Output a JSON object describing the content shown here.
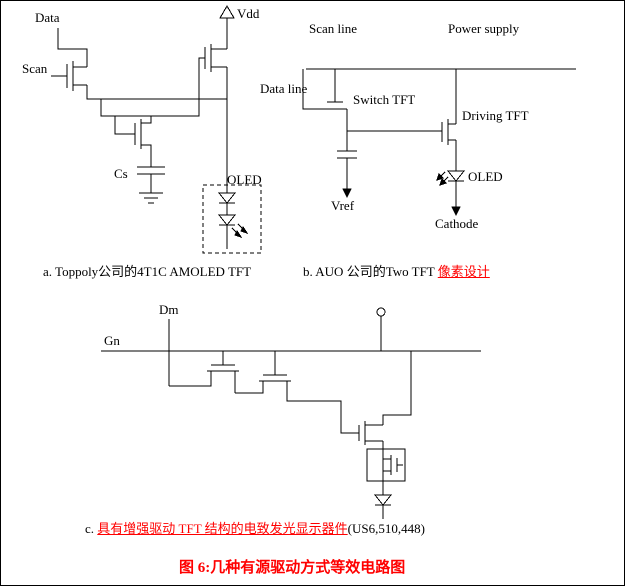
{
  "page": {
    "background": "#ffffff",
    "border_color": "#000000",
    "line_color": "#000000",
    "accent_color": "#ff0000"
  },
  "circuit_a": {
    "labels": {
      "data": "Data",
      "vdd": "Vdd",
      "scan": "Scan",
      "cs": "Cs",
      "oled": "OLED"
    },
    "caption": "a. Toppoly公司的4T1C AMOLED TFT"
  },
  "circuit_b": {
    "labels": {
      "scan_line": "Scan line",
      "power_supply": "Power supply",
      "data_line": "Data line",
      "switch_tft": "Switch TFT",
      "driving_tft": "Driving TFT",
      "vref": "Vref",
      "oled": "OLED",
      "cathode": "Cathode"
    },
    "caption_prefix": "b. AUO 公司的Two TFT ",
    "caption_highlight": "像素设计"
  },
  "circuit_c": {
    "labels": {
      "dm": "Dm",
      "gn": "Gn"
    },
    "caption_prefix": "c. ",
    "caption_highlight": "具有增强驱动 TFT 结构的电致发光显示器件",
    "caption_suffix": "(US6,510,448)"
  },
  "figure_caption": "图 6:几种有源驱动方式等效电路图"
}
